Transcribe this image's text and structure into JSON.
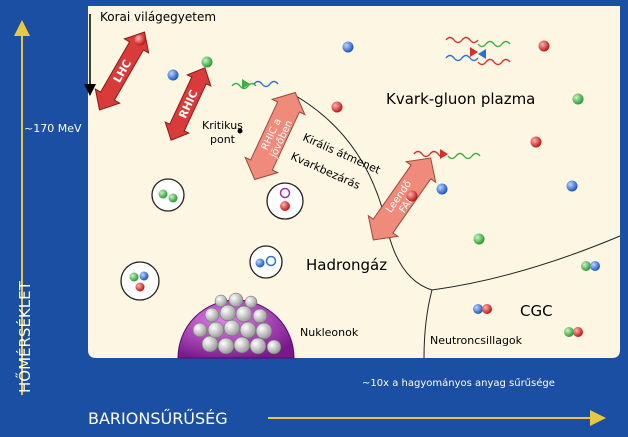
{
  "axes": {
    "y_title": "HŐMÉRSÉKLET",
    "x_title": "BARIONSŰRŰSÉG",
    "y_tick": "~170 MeV",
    "x_tick": "~10x a hagyományos anyag sűrűsége"
  },
  "labels": {
    "early_universe": "Korai világegyetem",
    "qgp": "Kvark-gluon plazma",
    "critical_point_1": "Kritikus",
    "critical_point_2": "pont",
    "chiral": "Királis átmenet",
    "confinement": "Kvarkbezárás",
    "hadron_gas": "Hadrongáz",
    "nucleons": "Nukleonok",
    "neutron_stars": "Neutroncsillagok",
    "cgc": "CGC"
  },
  "arrows": {
    "lhc": "LHC",
    "rhic": "RHIC",
    "rhic_future_1": "RHIC a",
    "rhic_future_2": "jövőben",
    "fair_1": "Leendő",
    "fair_2": "FAIR"
  },
  "colors": {
    "frame": "#1a4fa3",
    "panel": "#fdf6e3",
    "axis_arrow": "#e8c840",
    "big_arrow": "#f08080",
    "quark_red": "#d83030",
    "quark_green": "#3cb043",
    "quark_blue": "#2e6fd0",
    "nucleus": "#9b2fa8"
  }
}
